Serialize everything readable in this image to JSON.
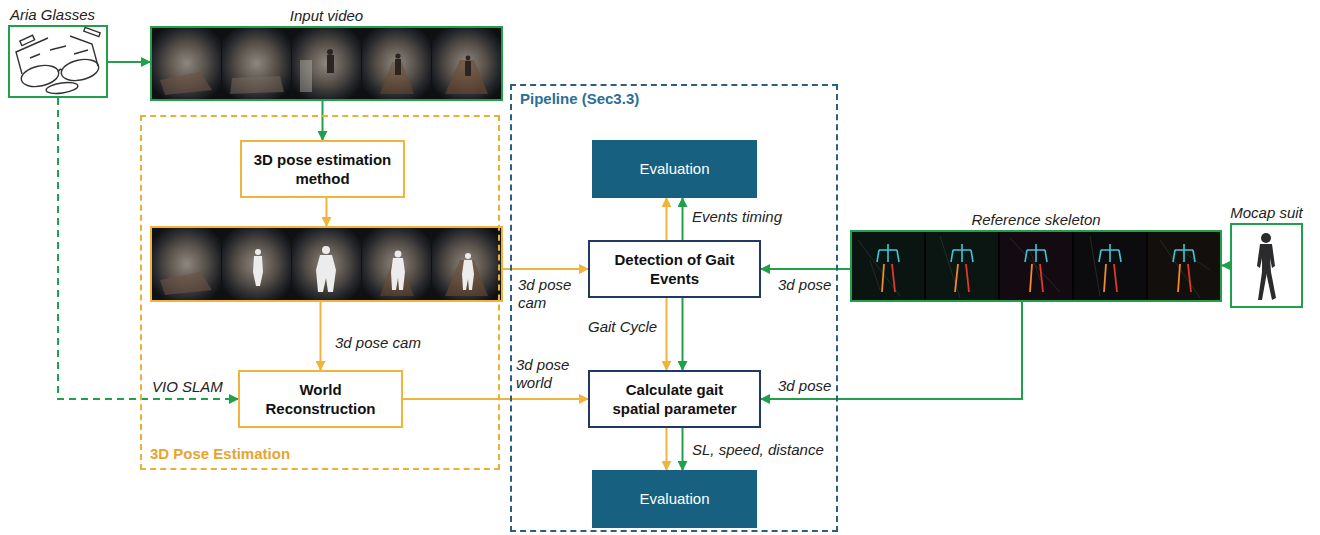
{
  "diagram": {
    "nodes": [
      {
        "text": [
          "Aria Glasses"
        ]
      },
      {
        "text": [
          "Input video"
        ]
      },
      {
        "text": [
          "3D Pose Estimation"
        ]
      },
      {
        "text": [
          "3D pose estimation method"
        ],
        "in": 2
      },
      {
        "text": [],
        "in": 2
      },
      {
        "text": [
          "World Reconstruction"
        ],
        "in": 2
      },
      {
        "text": [
          "Pipeline (Sec3.3)"
        ]
      },
      {
        "text": [
          "Evaluation"
        ],
        "in": 6
      },
      {
        "text": [
          "Detection of Gait Events"
        ],
        "in": 6
      },
      {
        "text": [
          "Calculate gait spatial parameter"
        ],
        "in": 6
      },
      {
        "text": [
          "Evaluation"
        ],
        "in": 6
      },
      {
        "text": [
          "Reference skeleton"
        ]
      },
      {
        "text": [
          "Mocap suit"
        ]
      }
    ],
    "edges": [
      {
        "from": 0,
        "to": 1,
        "arrow": "to"
      },
      {
        "from": 0,
        "to": 5,
        "label": "VIO SLAM",
        "arrow": "to"
      },
      {
        "from": 1,
        "to": 3,
        "arrow": "to"
      },
      {
        "from": 3,
        "to": 4,
        "arrow": "to"
      },
      {
        "from": 4,
        "to": 5,
        "label": "3d pose cam",
        "arrow": "to"
      },
      {
        "from": 4,
        "to": 8,
        "label": "3d pose cam",
        "arrow": "to"
      },
      {
        "from": 5,
        "to": 9,
        "label": "3d pose world",
        "arrow": "to"
      },
      {
        "from": 8,
        "to": 7,
        "arrow": "to"
      },
      {
        "from": 8,
        "to": 7,
        "label": "Events timing",
        "arrow": "to"
      },
      {
        "from": 8,
        "to": 9,
        "label": "Gait Cycle",
        "arrow": "to"
      },
      {
        "from": 8,
        "to": 9,
        "arrow": "to"
      },
      {
        "from": 9,
        "to": 10,
        "arrow": "to"
      },
      {
        "from": 9,
        "to": 10,
        "label": "SL, speed, distance",
        "arrow": "to"
      },
      {
        "from": 11,
        "to": 8,
        "label": "3d pose",
        "arrow": "to"
      },
      {
        "from": 11,
        "to": 9,
        "label": "3d pose",
        "arrow": "to"
      },
      {
        "from": 12,
        "to": 11,
        "arrow": "to"
      }
    ]
  }
}
